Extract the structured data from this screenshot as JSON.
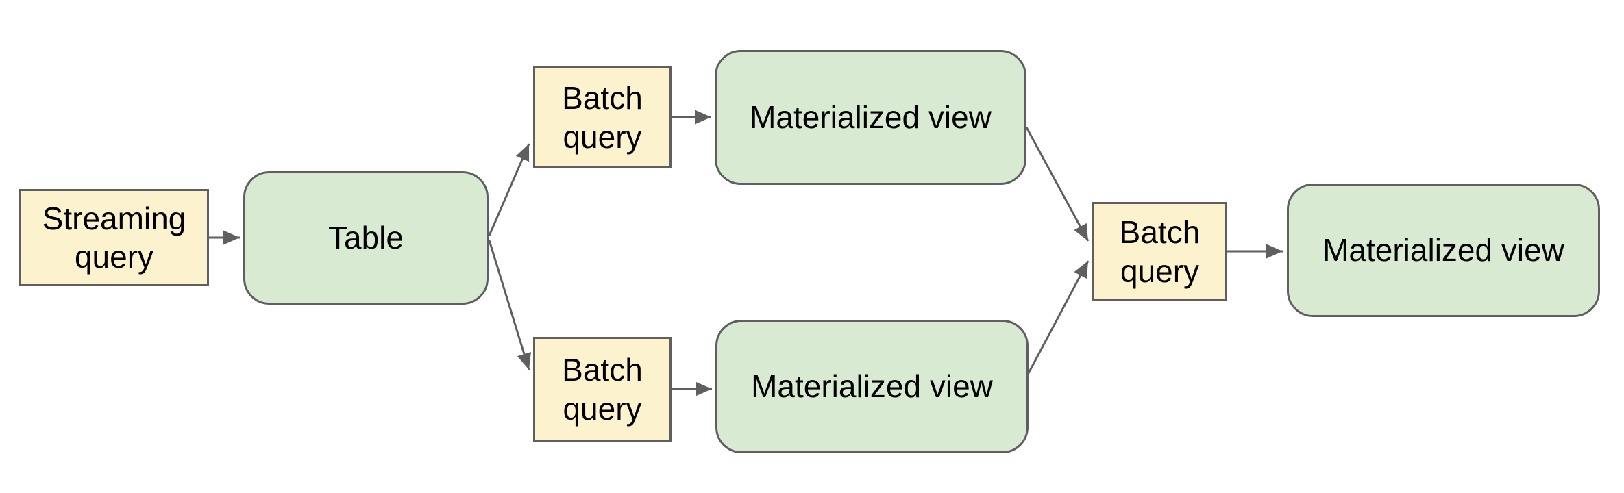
{
  "diagram": {
    "nodes": {
      "streaming_query": {
        "label": "Streaming query",
        "kind": "query"
      },
      "table": {
        "label": "Table",
        "kind": "table"
      },
      "batch_query_top": {
        "label": "Batch query",
        "kind": "query"
      },
      "materialized_view_top": {
        "label": "Materialized view",
        "kind": "view"
      },
      "batch_query_bottom": {
        "label": "Batch query",
        "kind": "query"
      },
      "materialized_view_bottom": {
        "label": "Materialized view",
        "kind": "view"
      },
      "batch_query_right": {
        "label": "Batch query",
        "kind": "query"
      },
      "materialized_view_right": {
        "label": "Materialized view",
        "kind": "view"
      }
    },
    "edges": [
      {
        "from": "streaming_query",
        "to": "table"
      },
      {
        "from": "table",
        "to": "batch_query_top"
      },
      {
        "from": "batch_query_top",
        "to": "materialized_view_top"
      },
      {
        "from": "table",
        "to": "batch_query_bottom"
      },
      {
        "from": "batch_query_bottom",
        "to": "materialized_view_bottom"
      },
      {
        "from": "materialized_view_top",
        "to": "batch_query_right"
      },
      {
        "from": "materialized_view_bottom",
        "to": "batch_query_right"
      },
      {
        "from": "batch_query_right",
        "to": "materialized_view_right"
      }
    ],
    "colors": {
      "query_fill": "#FCF2CE",
      "view_fill": "#D9EAD3",
      "border": "#5F5F5F",
      "arrow": "#5F5F5F",
      "text": "#000000",
      "background": "#FFFFFF"
    }
  }
}
